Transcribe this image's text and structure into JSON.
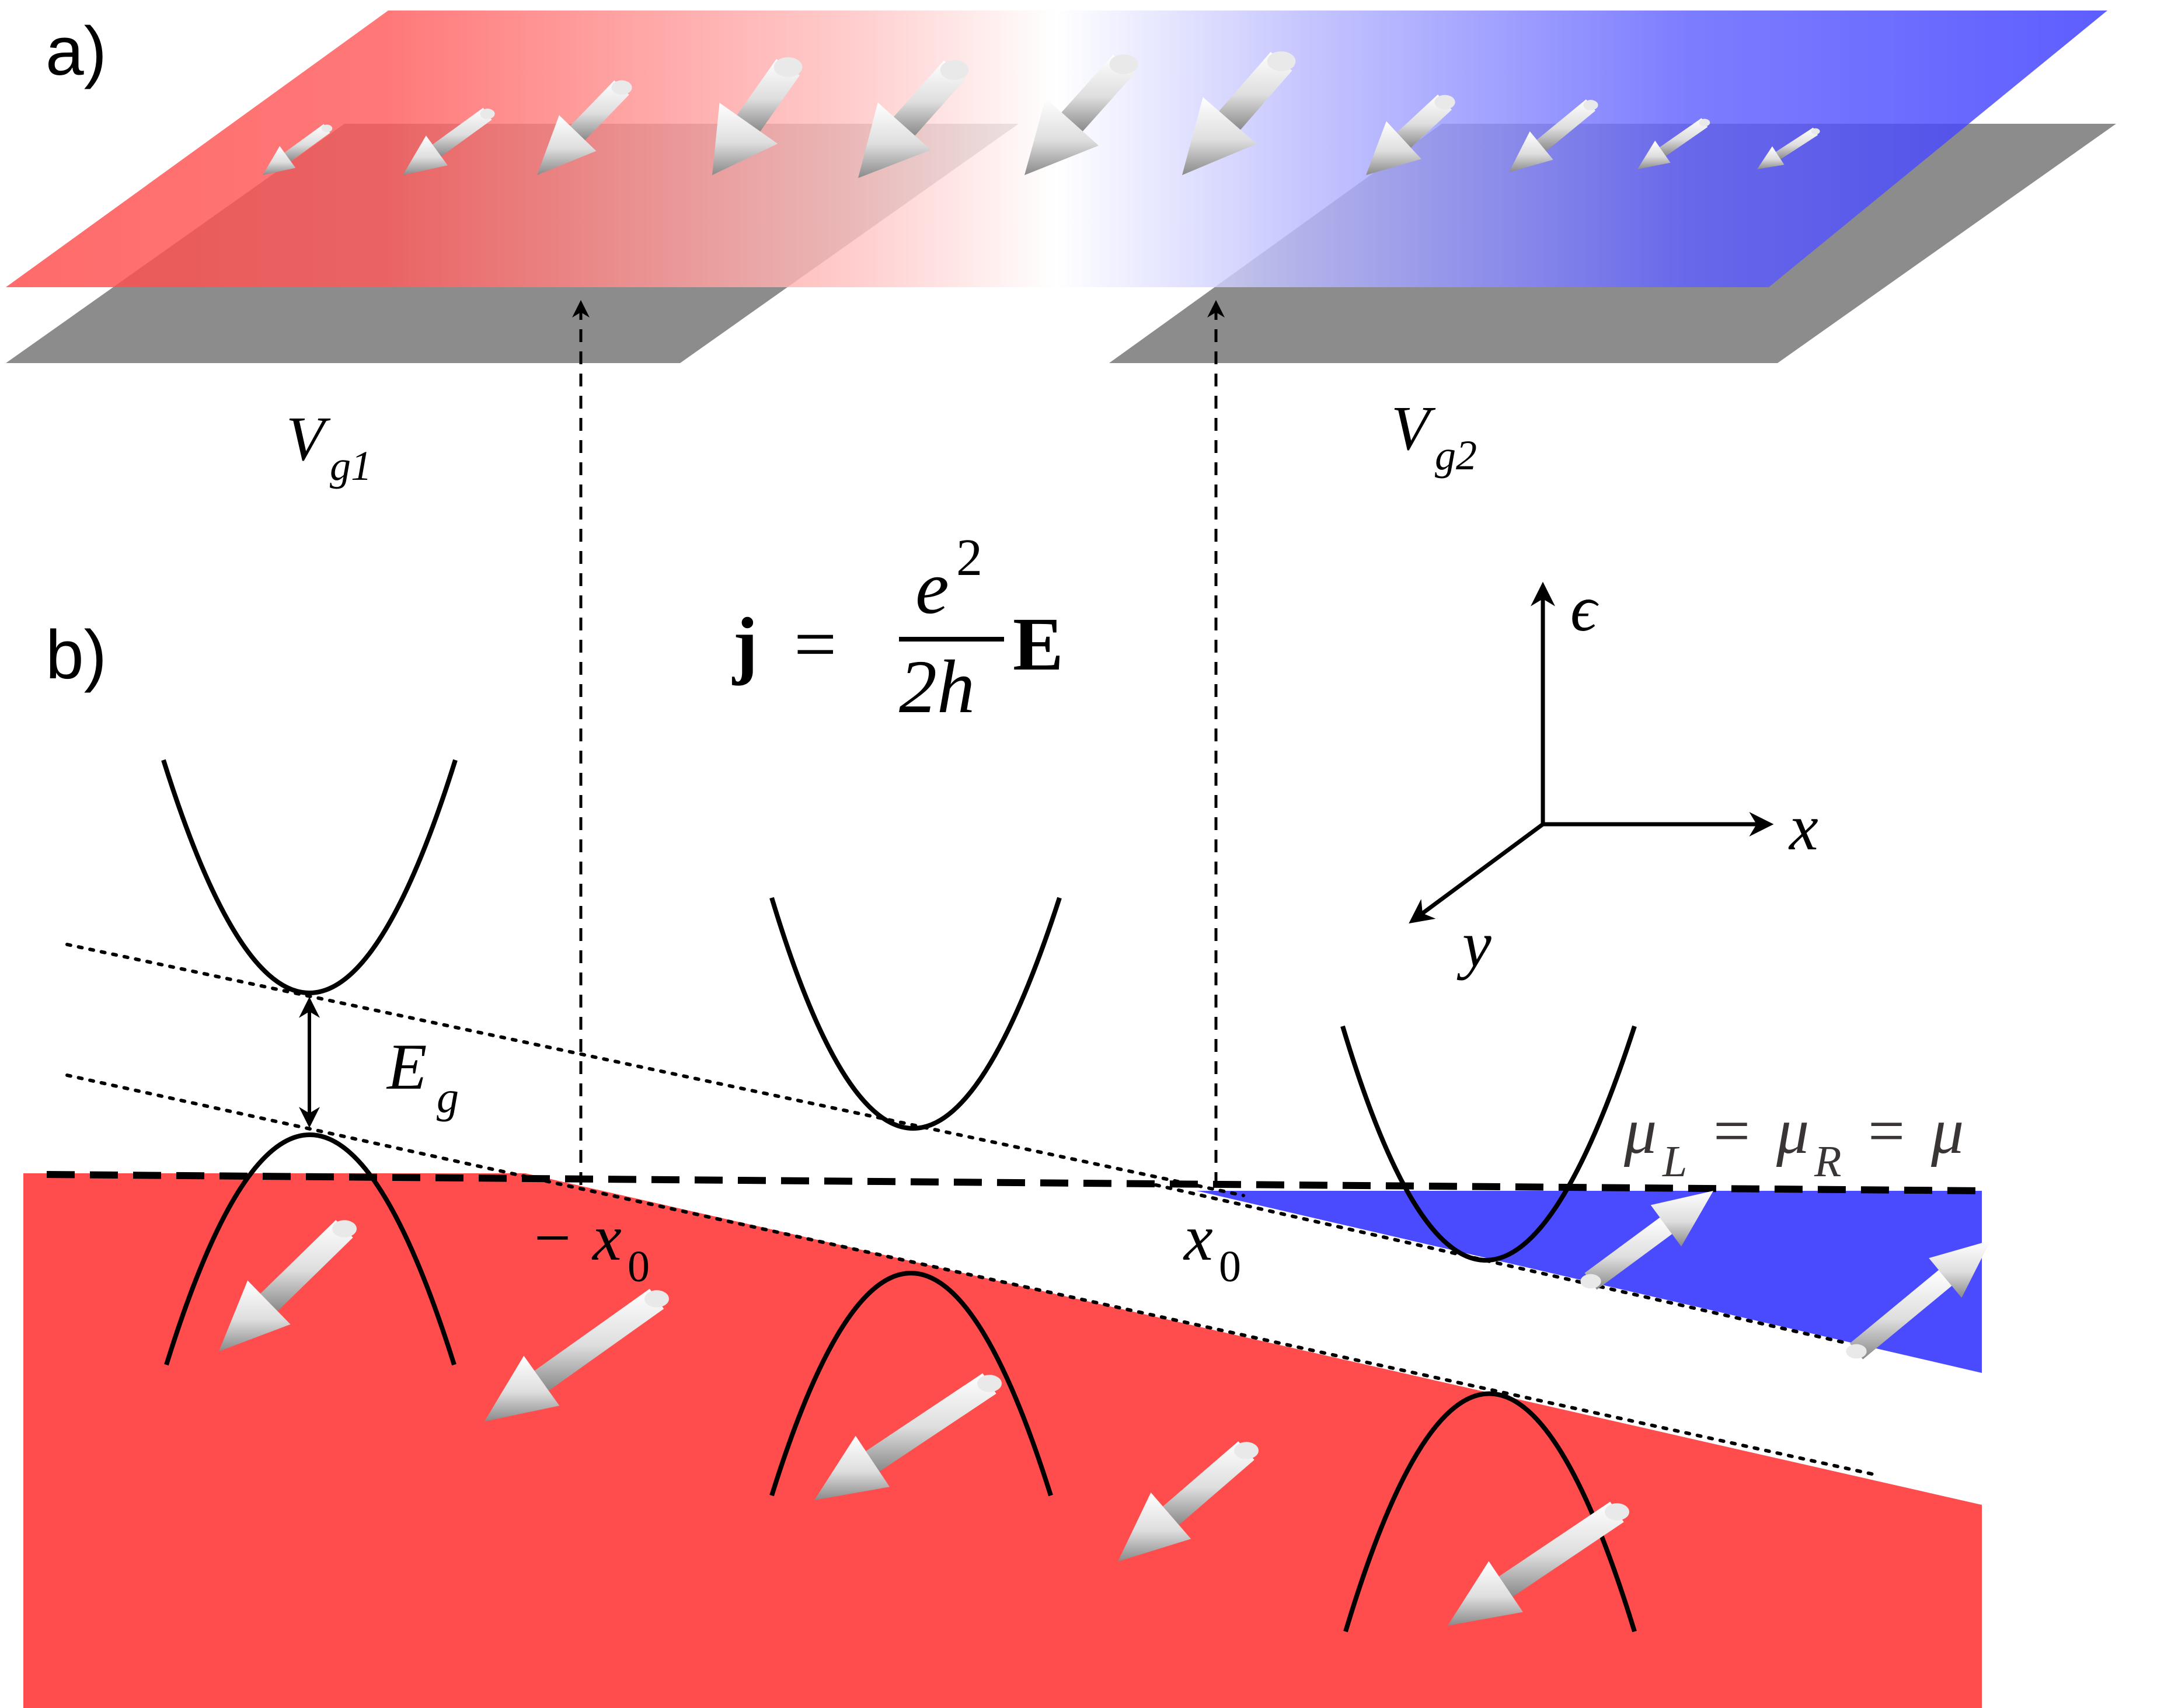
{
  "labels": {
    "panel_a": "a)",
    "panel_b": "b)"
  },
  "gates": {
    "left": {
      "base": "V",
      "sub": "g1"
    },
    "right": {
      "base": "V",
      "sub": "g2"
    }
  },
  "formula": {
    "lhs": "j",
    "eq": "=",
    "numerator_base": "e",
    "numerator_exp": "2",
    "denominator": "2h",
    "rhs": "E"
  },
  "axes": {
    "vertical": "ϵ",
    "horizontal": "x",
    "depth": "y"
  },
  "annotations": {
    "gap": {
      "base": "E",
      "sub": "g"
    },
    "minus_x0": {
      "minus": "−",
      "base": "x",
      "sub": "0"
    },
    "x0": {
      "base": "x",
      "sub": "0"
    },
    "mu": {
      "mu1": "μ",
      "sub1": "L",
      "eq1": "=",
      "mu2": "μ",
      "sub2": "R",
      "eq2": "=",
      "mu3": "μ"
    }
  },
  "colors": {
    "red": "#ff4d4d",
    "blue": "#4a4aff",
    "gray_gate": "#8c8c8c",
    "arrow_light": "#f2f2f2",
    "arrow_dark": "#9a9a9a"
  }
}
